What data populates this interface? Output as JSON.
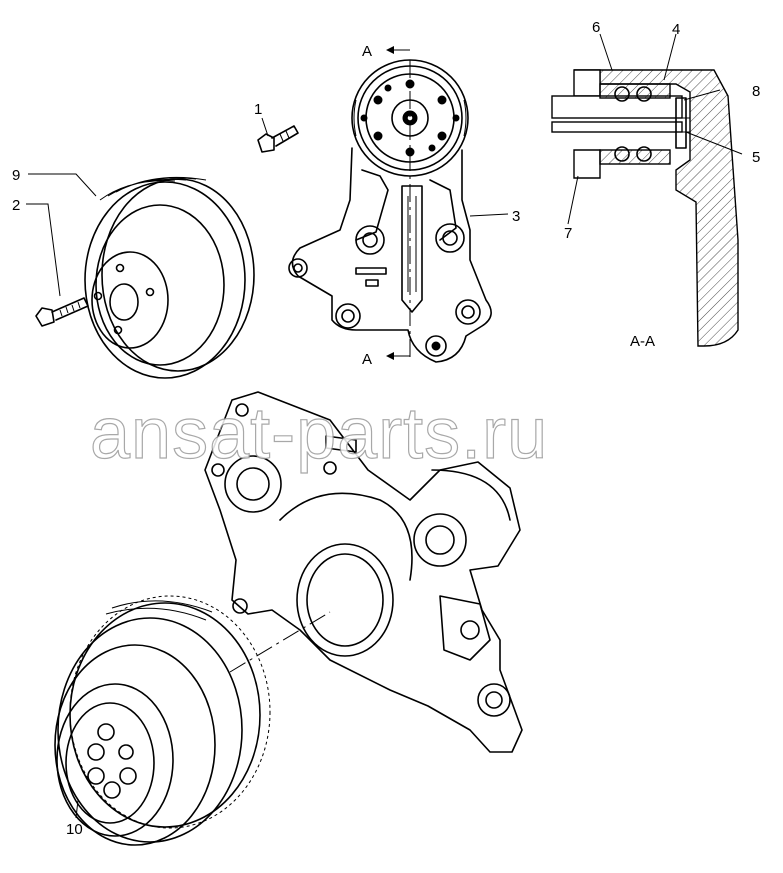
{
  "watermark": "ansat-parts.ru",
  "section": {
    "marker_left": "A",
    "marker_right": "A",
    "view_title": "A-A"
  },
  "callouts": {
    "c1": "1",
    "c2": "2",
    "c3": "3",
    "c4": "4",
    "c5": "5",
    "c6": "6",
    "c7": "7",
    "c8": "8",
    "c9": "9",
    "c10": "10"
  }
}
